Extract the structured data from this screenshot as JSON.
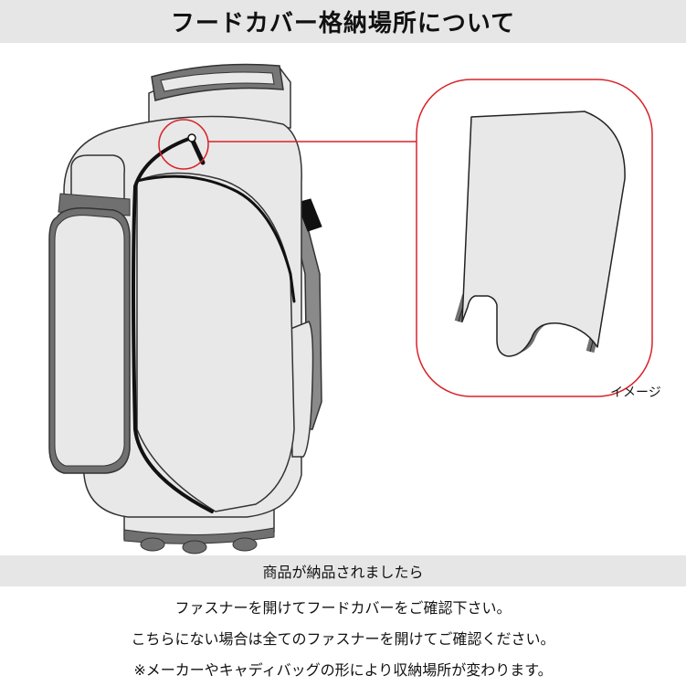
{
  "header": {
    "title": "フードカバー格納場所について"
  },
  "illustration": {
    "image_label": "イメージ"
  },
  "notice": {
    "heading": "商品が納品されましたら",
    "lines": [
      "ファスナーを開けてフードカバーをご確認下さい。",
      "こちらにない場合は全てのファスナーを開けてご確認ください。",
      "※メーカーやキャディバッグの形により収納場所が変わります。"
    ]
  },
  "colors": {
    "banner_background": "#e6e6e6",
    "bag_fill": "#e8e8e8",
    "trim": "#707070",
    "zipper": "#111111",
    "callout_red": "#d9222a"
  },
  "icons": [
    "golf-bag-illustration",
    "zipper-pull-icon",
    "hood-cover-diagram"
  ]
}
